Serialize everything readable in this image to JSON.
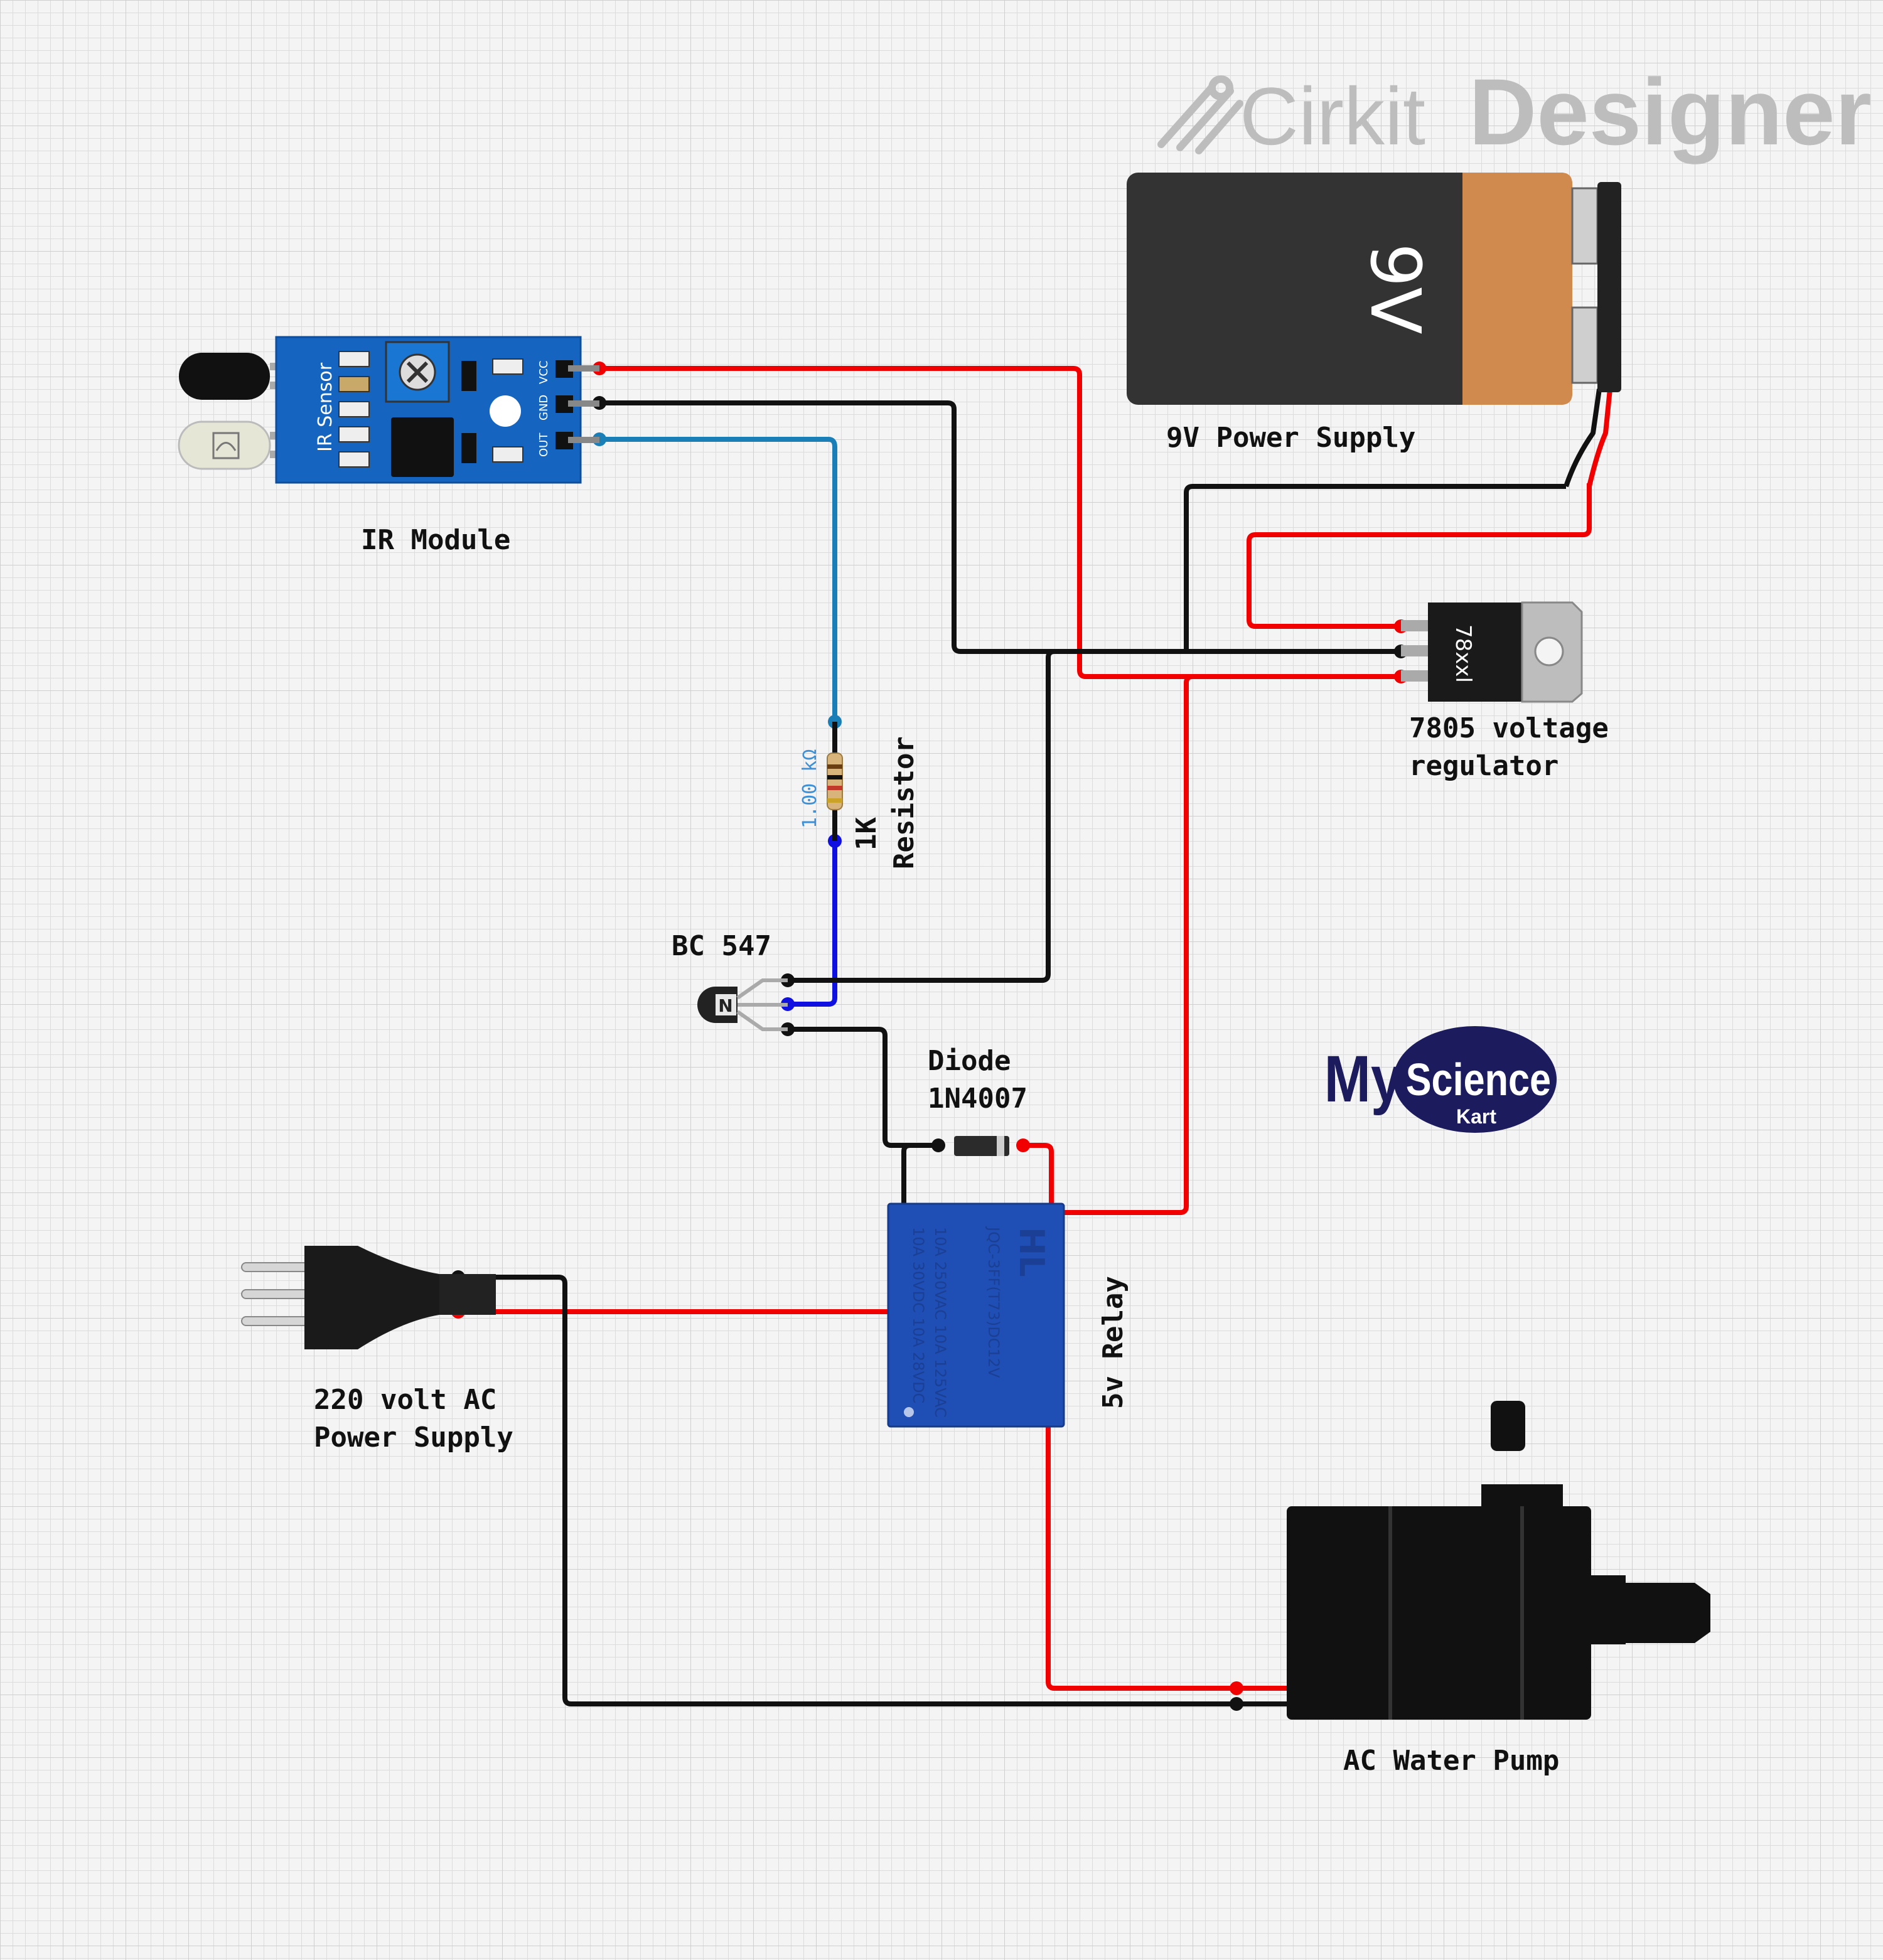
{
  "brand": {
    "name_light": "Cirkit",
    "name_bold": "Designer"
  },
  "logo": {
    "my": "My",
    "science": "Science",
    "kart": "Kart"
  },
  "components": {
    "ir_module": {
      "label": "IR Module",
      "board_text": "IR Sensor",
      "pins": [
        "VCC",
        "GND",
        "OUT"
      ]
    },
    "battery": {
      "label": "9V Power Supply",
      "marking": "9V"
    },
    "regulator": {
      "label_line1": "7805 voltage",
      "label_line2": "regulator",
      "marking": "78xxl"
    },
    "resistor": {
      "label_line1": "1K",
      "label_line2": "Resistor",
      "value": "1.00 kΩ"
    },
    "transistor": {
      "label": "BC 547",
      "marking": "N"
    },
    "diode": {
      "label_line1": "Diode",
      "label_line2": "1N4007"
    },
    "relay": {
      "label": "5v Relay",
      "marking": "HL",
      "line1": "JQC-3FF(T73)DC12V",
      "line2": "10A 250VAC 10A 125VAC",
      "line3": "10A 30VDC 10A 28VDC"
    },
    "ac_plug": {
      "label_line1": "220 volt AC",
      "label_line2": "Power Supply"
    },
    "pump": {
      "label": "AC Water Pump"
    }
  },
  "colors": {
    "wire_red": "#f00000",
    "wire_black": "#111111",
    "wire_cyan": "#1a7fb6",
    "wire_blue": "#1010e0",
    "board_blue": "#1565c0",
    "relay_blue": "#1f4fb4"
  }
}
